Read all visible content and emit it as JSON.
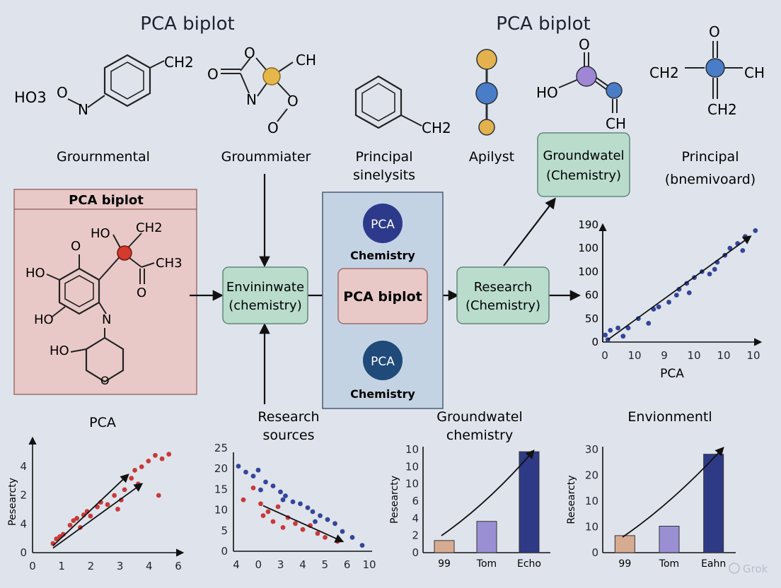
{
  "titles": {
    "left": "PCA biplot",
    "right": "PCA biplot"
  },
  "molecules": {
    "m1": {
      "a": "HO3",
      "b": "O",
      "c": "N",
      "d": "CH2"
    },
    "m2": {
      "a": "O",
      "b": "O",
      "c": "CH",
      "d": "N",
      "e": "O",
      "f": "O"
    },
    "m3": {
      "a": "CH2"
    },
    "m5": {
      "a": "O",
      "b": "HO",
      "c": "CH"
    },
    "m6": {
      "a": "O",
      "b": "CH2",
      "c": "CH",
      "d": "CH2"
    },
    "big": {
      "a": "HO",
      "b": "CH2",
      "c": "O",
      "d": "HO",
      "e": "CH3",
      "f": "O",
      "g": "HO",
      "h": "N",
      "i": "HO",
      "j": "O"
    }
  },
  "labels": {
    "groundmental": "Grournmental",
    "groummiater": "Groummiater",
    "principal1": "Principal",
    "principal1b": "sinelysits",
    "apilyst": "Apilyst",
    "principal2": "Principal",
    "principal2b": "(bnemivoard)"
  },
  "boxes": {
    "left_panel_title": "PCA biplot",
    "env_line1": "Envininwate",
    "env_line2": "(chemistry)",
    "center_badge1": "PCA",
    "center_badge1_caption": "Chemistry",
    "center_main": "PCA biplot",
    "center_badge2": "PCA",
    "center_badge2_caption": "Chemistry",
    "research_line1": "Research",
    "research_line2": "(Chemistry)",
    "groundwater_line1": "Groundwatel",
    "groundwater_line2": "(Chemistry)",
    "research_sources1": "Research",
    "research_sources2": "sources"
  },
  "colors": {
    "background": "#dfe4ec",
    "pink_panel": "#e9c9c8",
    "green_box": "#b9dccd",
    "blue_panel": "#c4d3e3",
    "navy": "#2b3a8c",
    "red_point": "#c83a3a",
    "blue_point": "#34459a"
  },
  "chart_data": [
    {
      "type": "scatter",
      "id": "top-right",
      "xlabel": "PCA",
      "x_tick_labels": [
        "0",
        "10",
        "9",
        "10",
        "10",
        "10"
      ],
      "y_tick_labels": [
        "0",
        "50",
        "60",
        "100",
        "100",
        "190"
      ],
      "points": [
        [
          0.1,
          0.06
        ],
        [
          0.3,
          0.1
        ],
        [
          0.6,
          0.12
        ],
        [
          1,
          0.12
        ],
        [
          1.4,
          0.2
        ],
        [
          2,
          0.28
        ],
        [
          2.2,
          0.3
        ],
        [
          2.6,
          0.34
        ],
        [
          2.9,
          0.4
        ],
        [
          3,
          0.45
        ],
        [
          3.3,
          0.5
        ],
        [
          3.6,
          0.55
        ],
        [
          3.9,
          0.6
        ],
        [
          4.2,
          0.58
        ],
        [
          4.5,
          0.68
        ],
        [
          4.8,
          0.74
        ],
        [
          5.0,
          0.8
        ],
        [
          5.3,
          0.84
        ],
        [
          5.6,
          0.9
        ],
        [
          6.0,
          0.95
        ],
        [
          0.2,
          0.02
        ],
        [
          0.8,
          0.05
        ],
        [
          1.8,
          0.16
        ],
        [
          3.4,
          0.42
        ],
        [
          4.4,
          0.62
        ],
        [
          5.5,
          0.78
        ]
      ],
      "trend": [
        [
          0.2,
          0.02
        ],
        [
          5.8,
          0.9
        ]
      ]
    },
    {
      "type": "scatter",
      "id": "bottom-1",
      "title": "PCA",
      "ylabel": "Pesearcty",
      "x_tick_labels": [
        "0",
        "1",
        "2",
        "3",
        "4",
        "6"
      ],
      "y_tick_labels": [
        "0",
        "4",
        "2",
        "4"
      ],
      "points": [
        [
          0.6,
          0.08
        ],
        [
          0.7,
          0.12
        ],
        [
          0.8,
          0.14
        ],
        [
          0.9,
          0.16
        ],
        [
          1.1,
          0.24
        ],
        [
          1.2,
          0.28
        ],
        [
          1.3,
          0.3
        ],
        [
          1.5,
          0.33
        ],
        [
          1.6,
          0.36
        ],
        [
          1.7,
          0.32
        ],
        [
          1.9,
          0.4
        ],
        [
          2.0,
          0.44
        ],
        [
          2.2,
          0.42
        ],
        [
          2.4,
          0.5
        ],
        [
          2.6,
          0.46
        ],
        [
          2.7,
          0.55
        ],
        [
          2.9,
          0.65
        ],
        [
          3.0,
          0.72
        ],
        [
          3.2,
          0.75
        ],
        [
          3.4,
          0.8
        ],
        [
          3.6,
          0.85
        ],
        [
          3.8,
          0.82
        ],
        [
          4.0,
          0.86
        ],
        [
          3.1,
          0.6
        ],
        [
          2.5,
          0.38
        ],
        [
          1.4,
          0.22
        ],
        [
          3.7,
          0.5
        ]
      ],
      "arrows": [
        [
          [
            0.6,
            0.06
          ],
          [
            2.8,
            0.68
          ]
        ],
        [
          [
            0.6,
            0.04
          ],
          [
            3.2,
            0.6
          ]
        ]
      ]
    },
    {
      "type": "scatter",
      "id": "bottom-2",
      "title_line1": "Research",
      "title_line2": "sources",
      "x_tick_labels": [
        "4",
        "0",
        "3",
        "4",
        "5",
        "6",
        "10"
      ],
      "y_tick_labels": [
        "0",
        "5",
        "10",
        "15",
        "20",
        "25"
      ],
      "series": [
        {
          "name": "blue",
          "points": [
            [
              0.2,
              0.86
            ],
            [
              0.5,
              0.8
            ],
            [
              0.8,
              0.76
            ],
            [
              1.0,
              0.82
            ],
            [
              1.3,
              0.7
            ],
            [
              1.6,
              0.66
            ],
            [
              1.9,
              0.6
            ],
            [
              2.1,
              0.56
            ],
            [
              2.4,
              0.5
            ],
            [
              2.7,
              0.48
            ],
            [
              3.0,
              0.44
            ],
            [
              3.2,
              0.4
            ],
            [
              3.5,
              0.36
            ],
            [
              3.8,
              0.32
            ],
            [
              4.1,
              0.28
            ],
            [
              4.4,
              0.2
            ],
            [
              4.8,
              0.14
            ],
            [
              5.2,
              0.06
            ],
            [
              1.1,
              0.62
            ],
            [
              2.0,
              0.52
            ],
            [
              3.3,
              0.3
            ]
          ]
        },
        {
          "name": "red",
          "points": [
            [
              0.4,
              0.52
            ],
            [
              0.8,
              0.64
            ],
            [
              1.1,
              0.48
            ],
            [
              1.4,
              0.4
            ],
            [
              1.6,
              0.3
            ],
            [
              1.8,
              0.45
            ],
            [
              2.2,
              0.34
            ],
            [
              2.5,
              0.28
            ],
            [
              2.8,
              0.22
            ],
            [
              3.1,
              0.26
            ],
            [
              3.4,
              0.18
            ],
            [
              3.7,
              0.14
            ],
            [
              4.2,
              0.1
            ],
            [
              1.2,
              0.36
            ],
            [
              2.0,
              0.24
            ]
          ]
        }
      ],
      "arrows": [
        [
          [
            1.2,
            0.46
          ],
          [
            4.4,
            0.1
          ]
        ]
      ]
    },
    {
      "type": "bar",
      "id": "bottom-3",
      "title_line1": "Groundwatel",
      "title_line2": "chemistry",
      "ylabel": "Pesearcty",
      "categories": [
        "99",
        "Tom",
        "Echo"
      ],
      "values": [
        1.2,
        3.1,
        10
      ],
      "y_tick_labels": [
        "0",
        "2",
        "4",
        "6",
        "10",
        "10",
        "10"
      ],
      "bar_colors": [
        "#d7ab92",
        "#9b8fd4",
        "#2e3a86"
      ]
    },
    {
      "type": "bar",
      "id": "bottom-4",
      "title": "Envionmentl",
      "ylabel": "Researcty",
      "categories": [
        "99",
        "Tom",
        "Eahn"
      ],
      "values": [
        4.5,
        7,
        26
      ],
      "y_tick_labels": [
        "0",
        "10",
        "10",
        "20",
        "30"
      ],
      "bar_colors": [
        "#d7ab92",
        "#9b8fd4",
        "#2e3a86"
      ]
    }
  ],
  "watermark": "Grok"
}
